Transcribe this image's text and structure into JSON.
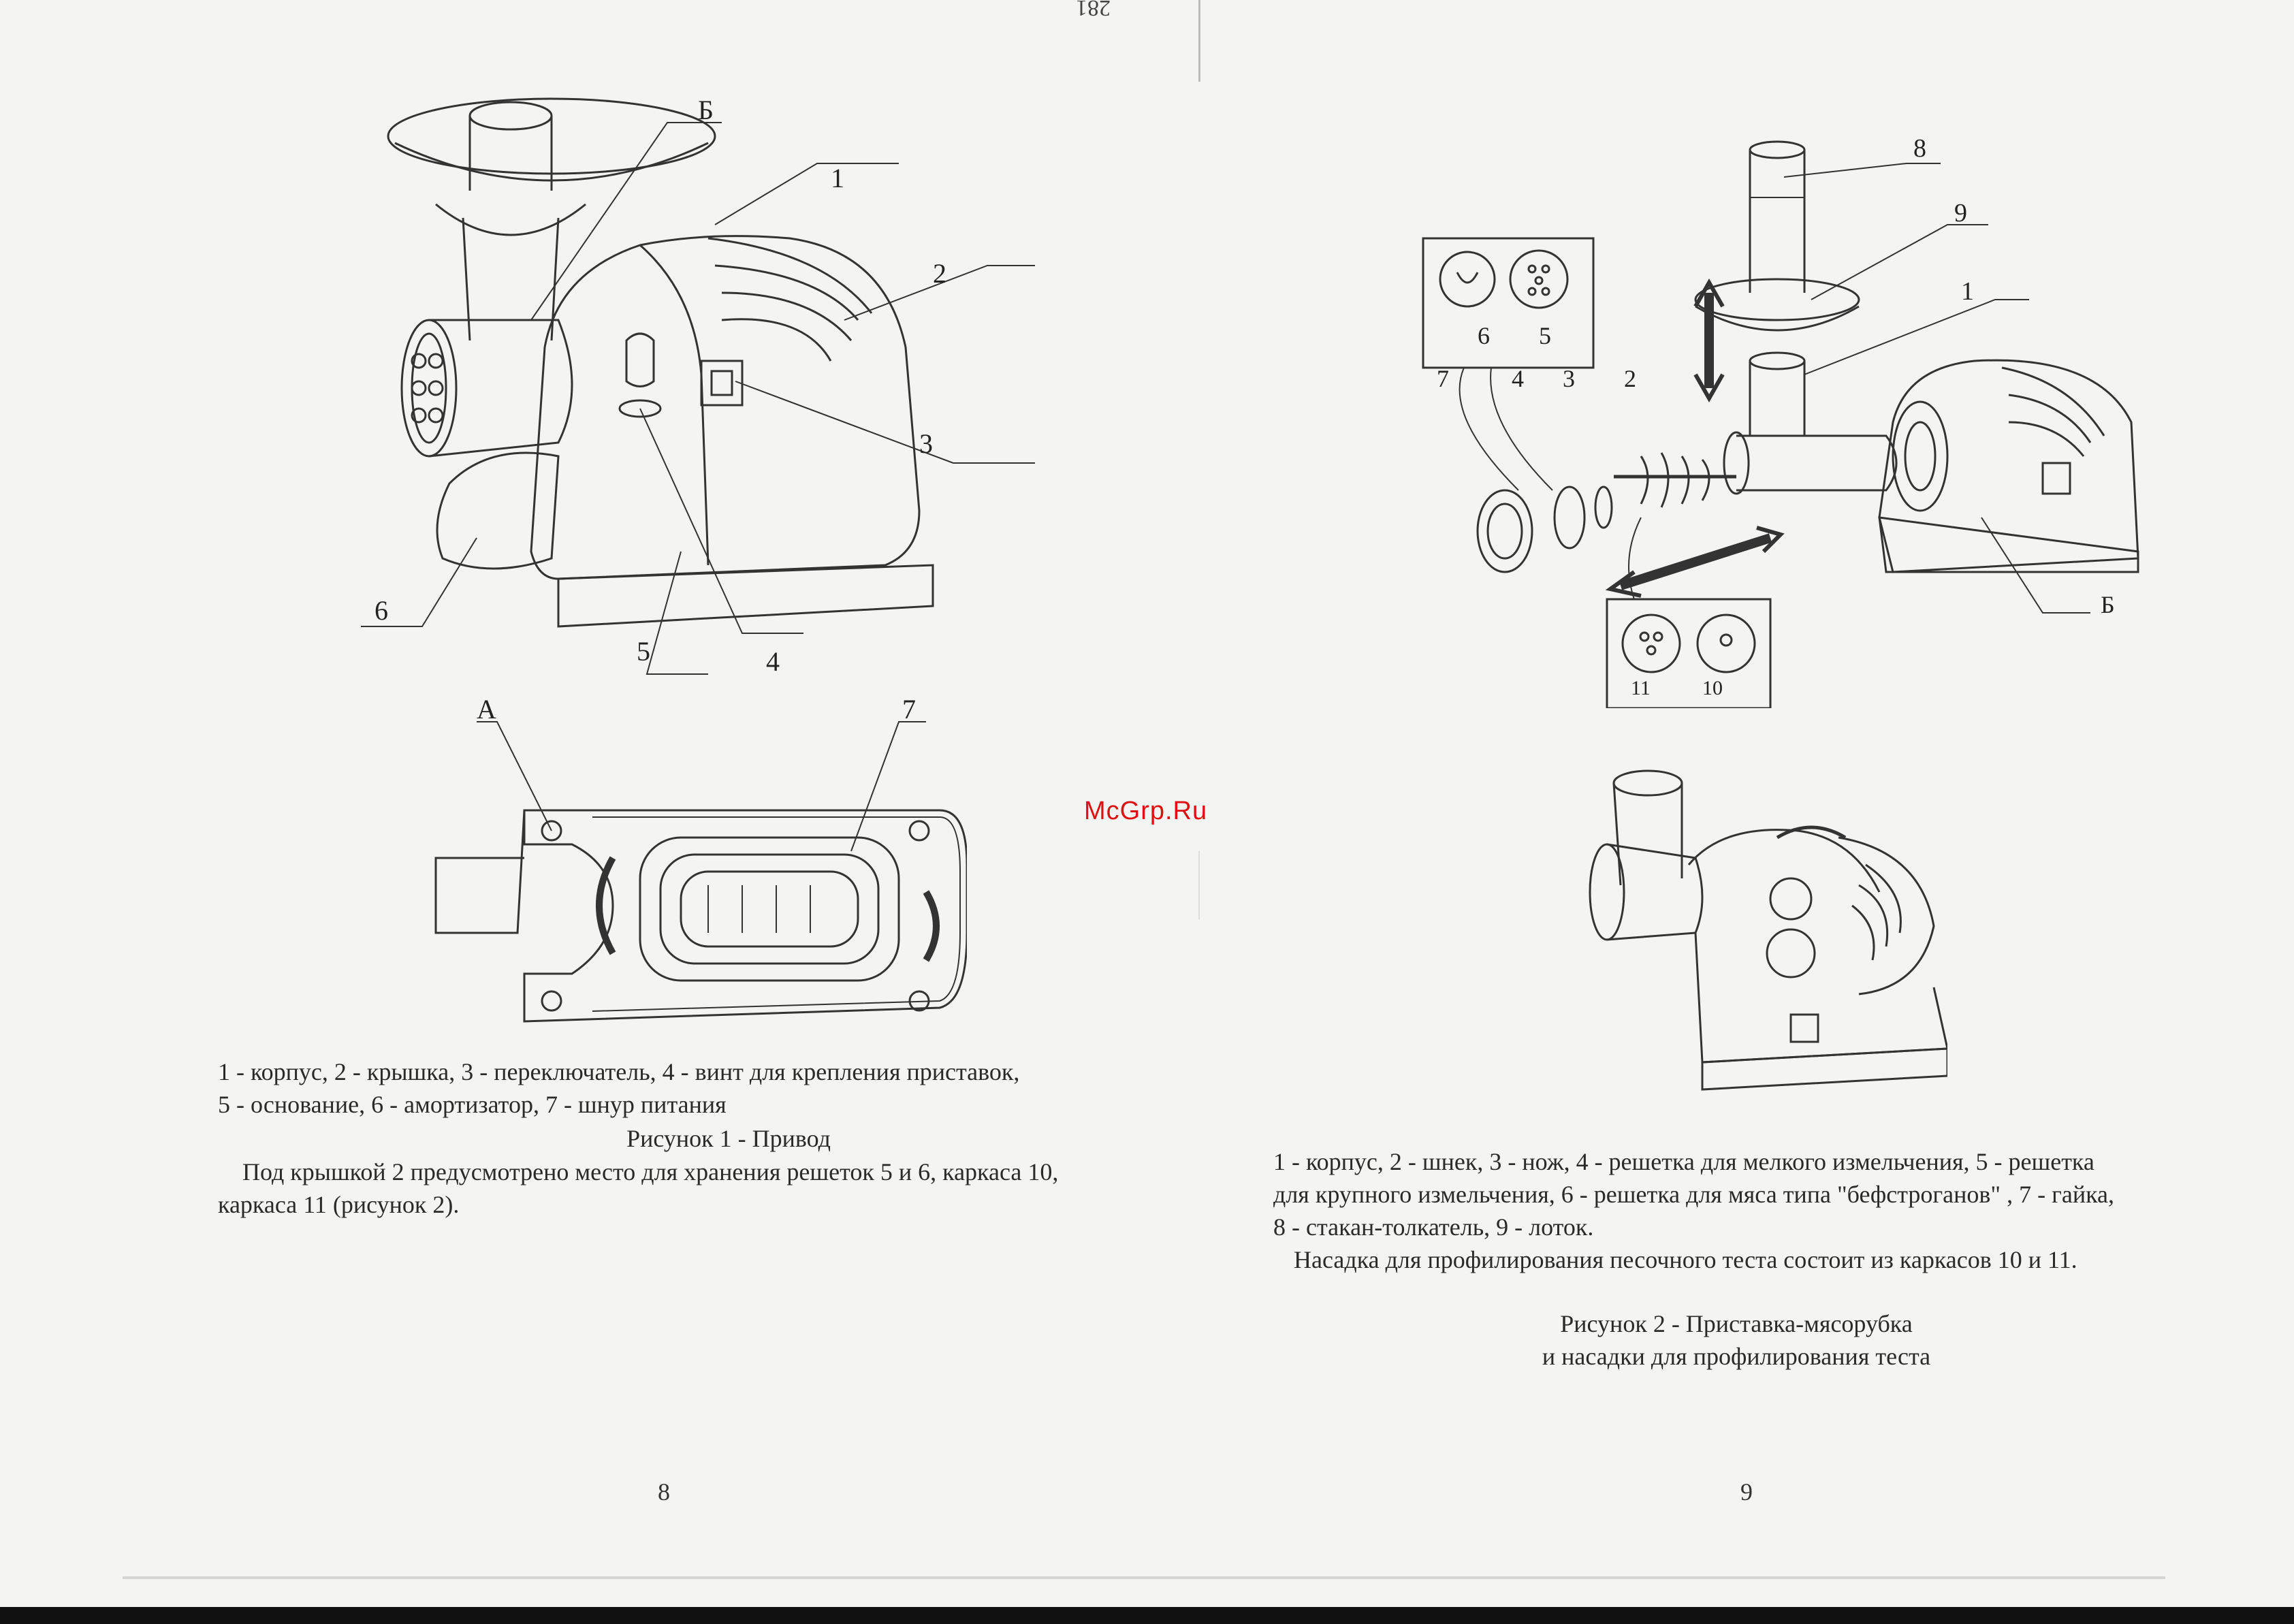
{
  "top_mark": "281",
  "watermark": "McGrp.Ru",
  "left_page": {
    "figure1_labels": {
      "b": "Б",
      "n1": "1",
      "n2": "2",
      "n3": "3",
      "n4": "4",
      "n5": "5",
      "n6": "6",
      "a": "А",
      "n7": "7"
    },
    "legend_line1": "1 - корпус, 2 - крышка, 3  - переключатель, 4 - винт для крепления приставок,",
    "legend_line2": "5 - основание, 6 - амортизатор, 7 - шнур питания",
    "figure_title": "Рисунок 1 - Привод",
    "note_line1": "Под крышкой 2 предусмотрено место для хранения решеток 5 и 6, каркаса 10,",
    "note_line2": "каркаса 11 (рисунок 2).",
    "page_number": "8"
  },
  "right_page": {
    "figure2_labels": {
      "n8": "8",
      "n9": "9",
      "n1": "1",
      "n6": "6",
      "n5": "5",
      "n7": "7",
      "n4": "4",
      "n3": "3",
      "n2": "2",
      "b": "Б",
      "n11": "11",
      "n10": "10"
    },
    "legend_line1": "1 - корпус, 2 - шнек, 3 - нож, 4 - решетка для мелкого измельчения, 5 - решетка",
    "legend_line2": "для крупного измельчения, 6 - решетка для мяса типа \"бефстроганов\" , 7 - гайка,",
    "legend_line3": "8 - стакан-толкатель, 9 - лоток.",
    "note": "Насадка для профилирования песочного теста состоит из каркасов 10 и 11.",
    "figure_title1": "Рисунок 2  -  Приставка-мясорубка",
    "figure_title2": "и насадки для профилирования теста",
    "page_number": "9"
  }
}
